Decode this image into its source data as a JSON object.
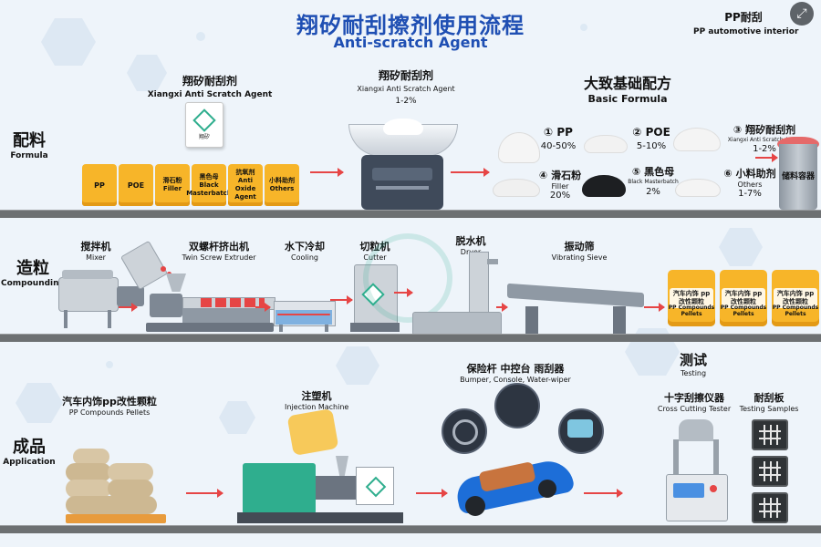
{
  "title": {
    "cn": "翔矽耐刮擦剂使用流程",
    "en": "Anti-scratch Agent"
  },
  "pp_label": {
    "cn": "PP耐刮",
    "en": "PP automotive interior"
  },
  "sections": {
    "formula": {
      "cn": "配料",
      "en": "Formula"
    },
    "compounding": {
      "cn": "造粒",
      "en": "Compounding"
    },
    "application": {
      "cn": "成品",
      "en": "Application"
    }
  },
  "row1": {
    "agent_bag": {
      "cn": "翔矽耐刮剂",
      "en": "Xiangxi Anti Scratch Agent",
      "bag_text": "翔矽"
    },
    "bags": [
      {
        "cn": "PP",
        "en": ""
      },
      {
        "cn": "POE",
        "en": ""
      },
      {
        "cn": "滑石粉",
        "en": "Filler"
      },
      {
        "cn": "黑色母",
        "en": "Black Masterbatch"
      },
      {
        "cn": "抗氧剂",
        "en": "Anti Oxide Agent"
      },
      {
        "cn": "小料助剂",
        "en": "Others"
      }
    ],
    "scale": {
      "cn": "翔矽耐刮剂",
      "en": "Xiangxi Anti Scratch Agent",
      "pct": "1-2%"
    },
    "basic_formula": {
      "cn": "大致基础配方",
      "en": "Basic Formula"
    },
    "ingredients": [
      {
        "num": "①",
        "name": "PP",
        "sub": "",
        "pct": "40-50%"
      },
      {
        "num": "②",
        "name": "POE",
        "sub": "",
        "pct": "5-10%"
      },
      {
        "num": "③",
        "name": "翔矽耐刮剂",
        "sub": "Xiangxi Anti Scratch Agent",
        "pct": "1-2%"
      },
      {
        "num": "④",
        "name": "滑石粉",
        "sub": "Filler",
        "pct": "20%"
      },
      {
        "num": "⑤",
        "name": "黑色母",
        "sub": "Black Masterbatch",
        "pct": "2%"
      },
      {
        "num": "⑥",
        "name": "小料助剂",
        "sub": "Others",
        "pct": "1-7%"
      }
    ],
    "container": "储料容器"
  },
  "row2": {
    "mixer": {
      "cn": "搅拌机",
      "en": "Mixer"
    },
    "extruder": {
      "cn": "双螺杆挤出机",
      "en": "Twin Screw Extruder"
    },
    "cooling": {
      "cn": "水下冷却",
      "en": "Cooling"
    },
    "cutter": {
      "cn": "切粒机",
      "en": "Cutter"
    },
    "dryer": {
      "cn": "脱水机",
      "en": "Dryer"
    },
    "sieve": {
      "cn": "振动筛",
      "en": "Vibrating Sieve"
    },
    "pellet_bags": [
      {
        "cn": "汽车内饰 pp改性颗粒",
        "en": "PP Compounds Pellets"
      },
      {
        "cn": "汽车内饰 pp改性颗粒",
        "en": "PP Compounds Pellets"
      },
      {
        "cn": "汽车内饰 pp改性颗粒",
        "en": "PP Compounds Pellets"
      }
    ]
  },
  "row3": {
    "pellets": {
      "cn": "汽车内饰pp改性颗粒",
      "en": "PP Compounds Pellets"
    },
    "injection": {
      "cn": "注塑机",
      "en": "Injection Machine"
    },
    "parts": {
      "cn": "保险杆 中控台 雨刮器",
      "en": "Bumper, Console, Water-wiper"
    },
    "testing": {
      "cn": "测试",
      "en": "Testing"
    },
    "tester": {
      "cn": "十字刮擦仪器",
      "en": "Cross Cutting Tester"
    },
    "samples": {
      "cn": "耐刮板",
      "en": "Testing Samples"
    }
  },
  "colors": {
    "accent": "#1f4fb3",
    "bag": "#f7b529",
    "arrow": "#e64545",
    "shelf": "#6d7072",
    "machine_green": "#2fae8e"
  }
}
